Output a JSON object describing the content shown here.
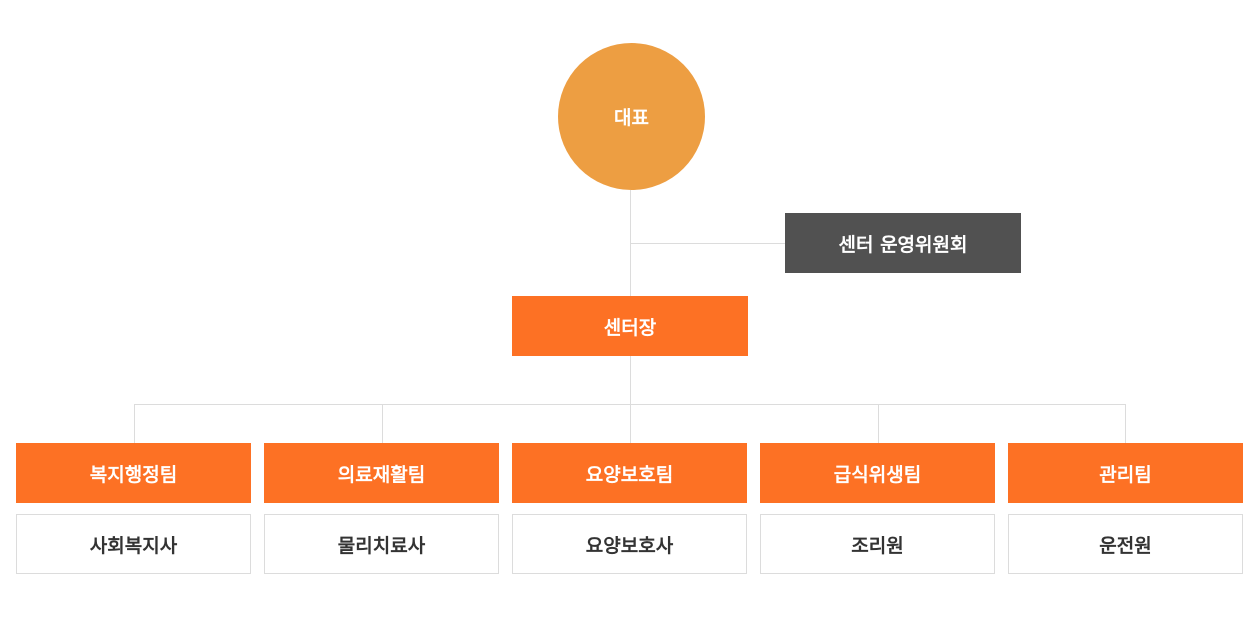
{
  "org": {
    "ceo": "대표",
    "committee": "센터 운영위원회",
    "director": "센터장",
    "teams": [
      {
        "name": "복지행정팀",
        "role": "사회복지사"
      },
      {
        "name": "의료재활팀",
        "role": "물리치료사"
      },
      {
        "name": "요양보호팀",
        "role": "요양보호사"
      },
      {
        "name": "급식위생팀",
        "role": "조리원"
      },
      {
        "name": "관리팀",
        "role": "운전원"
      }
    ]
  },
  "colors": {
    "ceo": "#ed9e42",
    "committee": "#515151",
    "team": "#fd7124",
    "connector": "#dcdcdc",
    "role_text": "#333333"
  }
}
